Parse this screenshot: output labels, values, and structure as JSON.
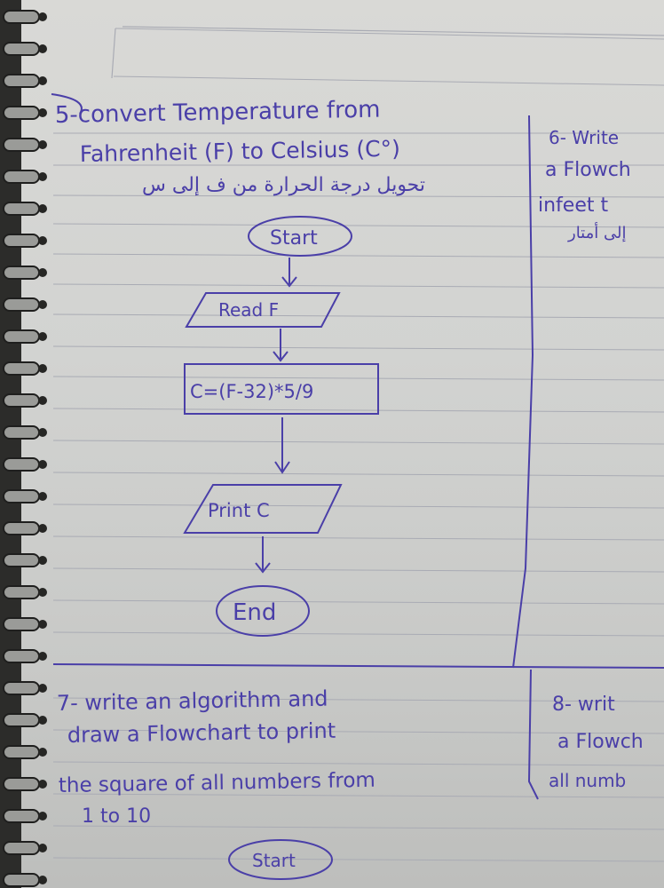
{
  "problem5": {
    "title_line1": "5-convert Temperature from",
    "title_line2": "Fahrenheit (F) to Celsius (C°)",
    "arabic_line": "تحويل درجة الحرارة من ف إلى س",
    "flowchart": {
      "start": "Start",
      "input": "Read F",
      "process": "C=(F-32)*5/9",
      "output": "Print C",
      "end": "End"
    }
  },
  "problem6": {
    "line1": "6- Write",
    "line2": "a Flowch",
    "line3": "infeet t",
    "line4": "إلى أمتار"
  },
  "problem7": {
    "line1": "7- write an algorithm and",
    "line2": "draw a Flowchart to print",
    "line3": "the square of all numbers from",
    "line4": "1 to 10",
    "start": "Start"
  },
  "problem8": {
    "line1": "8- writ",
    "line2": "a Flowch",
    "line3": "all numb"
  },
  "colors": {
    "ink": "#4a3fa8",
    "paper": "#d4d5d3",
    "rule": "#a9abb4"
  }
}
